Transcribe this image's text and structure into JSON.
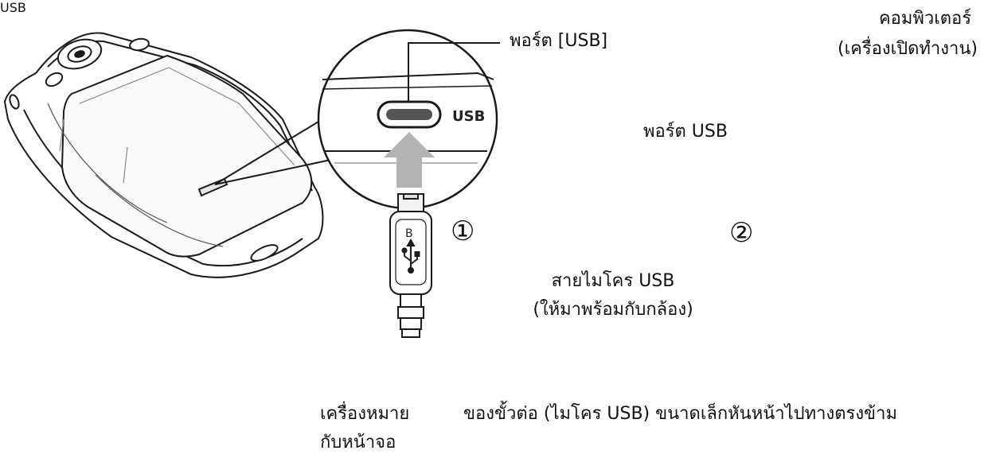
{
  "labels": {
    "usb_port_camera": "พอร์ต [USB]",
    "computer_line1": "คอมพิวเตอร์",
    "computer_line2": "(เครื่องเปิดทำงาน)",
    "usb_port_pc": "พอร์ต USB",
    "step1": "①",
    "step2": "②",
    "cable_line1": "สายไมโคร USB",
    "cable_line2": "(ให้มาพร้อมกับกล้อง)",
    "note_prefix": "เครื่องหมาย",
    "note_suffix": "ของขั้วต่อ (ไมโคร USB) ขนาดเล็กหันหน้าไปทางตรงข้าม",
    "note_line2": "กับหน้าจอ"
  },
  "printed": {
    "camera_port_mark": "USB",
    "pc_port_mark": "USB",
    "plug_letter": "B"
  },
  "icons": {
    "usb_symbol": "usb-trident-icon"
  },
  "colors": {
    "line": "#1a1a1a",
    "arrow": "#b3b3b3",
    "port_inner": "#555555"
  }
}
